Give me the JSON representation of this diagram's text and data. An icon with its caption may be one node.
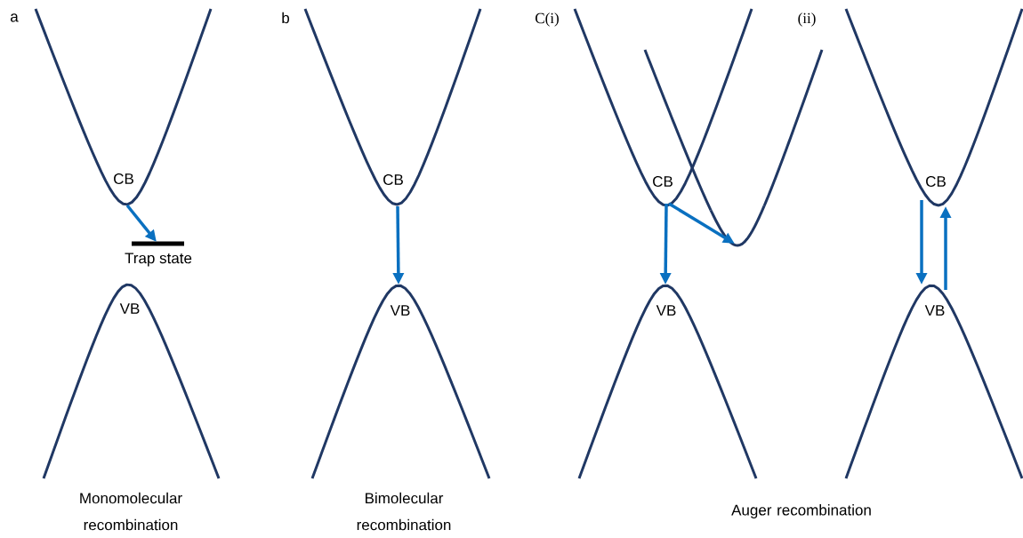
{
  "diagram": {
    "nodes": [
      {
        "text": [
          "CB"
        ]
      },
      {
        "text": [
          "Trap state"
        ]
      },
      {
        "text": [
          "VB"
        ]
      },
      {
        "text": [
          "CB"
        ]
      },
      {
        "text": [
          "VB"
        ]
      },
      {
        "text": [
          "CB"
        ]
      },
      {
        "text": [],
        "shape": "curve"
      },
      {
        "text": [
          "VB"
        ]
      },
      {
        "text": [
          "CB"
        ]
      },
      {
        "text": [
          "VB"
        ]
      }
    ],
    "edges": [
      {
        "from": 0,
        "to": 1,
        "arrow": "to"
      },
      {
        "from": 3,
        "to": 4,
        "arrow": "to"
      },
      {
        "from": 5,
        "to": 7,
        "arrow": "to"
      },
      {
        "from": 5,
        "to": 6,
        "arrow": "to"
      },
      {
        "from": 8,
        "to": 9,
        "arrow": "to"
      },
      {
        "from": 9,
        "to": 8,
        "arrow": "to"
      }
    ],
    "labels": [
      "a",
      "b",
      "C(i)",
      "(ii)",
      "Monomolecular recombination",
      "Bimolecular recombination",
      "Auger recombination"
    ]
  }
}
